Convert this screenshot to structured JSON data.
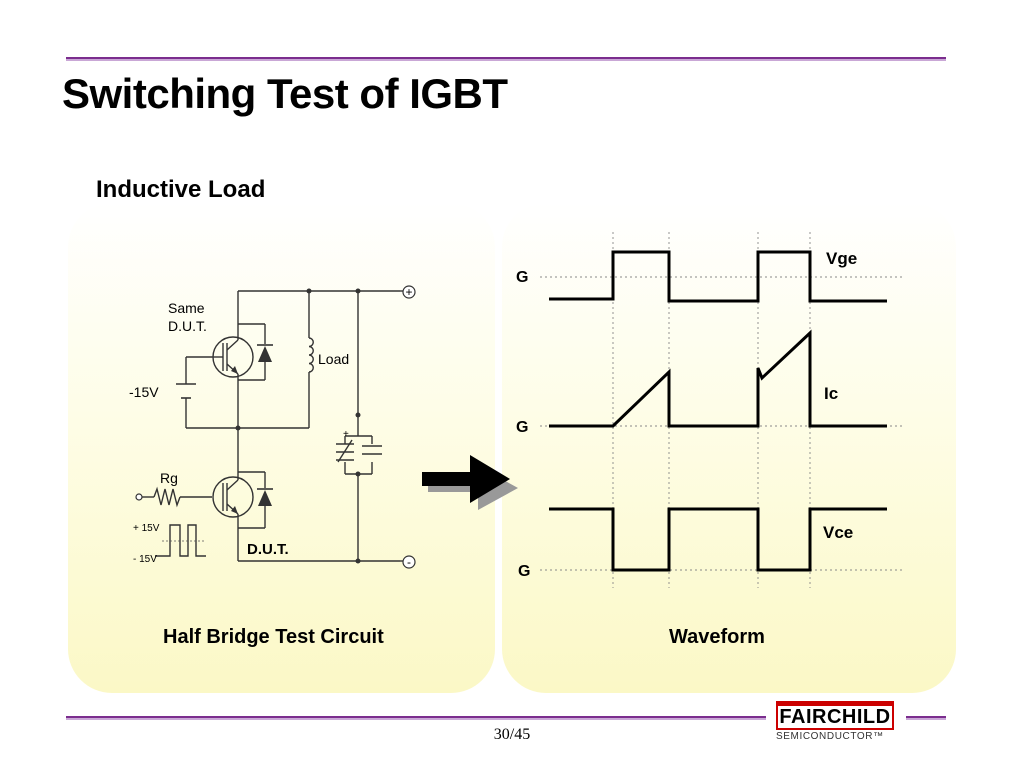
{
  "slide": {
    "title": "Switching Test of IGBT",
    "subtitle": "Inductive Load",
    "page_number": "30/45"
  },
  "circuit": {
    "caption": "Half Bridge Test Circuit",
    "same_dut_line1": "Same",
    "same_dut_line2": "D.U.T.",
    "load_label": "Load",
    "neg_bias_label": "-15V",
    "rg_label": "Rg",
    "dut_label": "D.U.T.",
    "pulse_high_label": "+ 15V",
    "pulse_low_label": "- 15V",
    "terminal_plus": "+",
    "terminal_minus": "-",
    "cap_polarity": "+"
  },
  "waveform": {
    "caption": "Waveform",
    "ground_label": "G",
    "traces": [
      {
        "name": "Vge"
      },
      {
        "name": "Ic"
      },
      {
        "name": "Vce"
      }
    ]
  },
  "logo": {
    "company": "FAIRCHILD",
    "division": "SEMICONDUCTOR™",
    "brand_color": "#cc0000"
  },
  "colors": {
    "rule": "#7b2d8e",
    "panel": "#fbf8c6"
  }
}
